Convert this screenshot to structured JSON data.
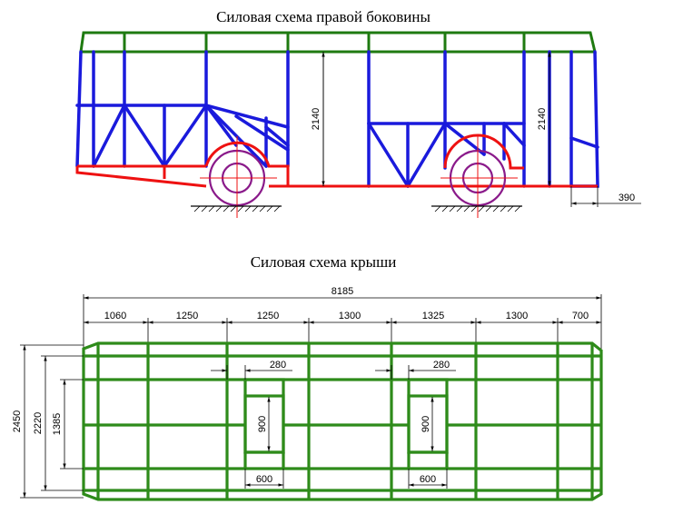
{
  "side_title": "Силовая схема правой боковины",
  "roof_title": "Силовая схема крыши",
  "side_dims": {
    "height_front": "2140",
    "height_rear": "2140",
    "overhang": "390"
  },
  "roof_dims": {
    "total_length": "8185",
    "segments": [
      "1060",
      "1250",
      "1250",
      "1300",
      "1325",
      "1300",
      "700"
    ],
    "width_outer": "2450",
    "width_mid": "2220",
    "width_inner": "1385",
    "hatch1_offset": "280",
    "hatch2_offset": "280",
    "hatch1_length": "900",
    "hatch2_length": "900",
    "hatch1_width": "600",
    "hatch2_width": "600"
  },
  "colors": {
    "blue": "#1a1adc",
    "red": "#ee1111",
    "green": "#1e7a10",
    "wheel": "#8a1a8a"
  }
}
